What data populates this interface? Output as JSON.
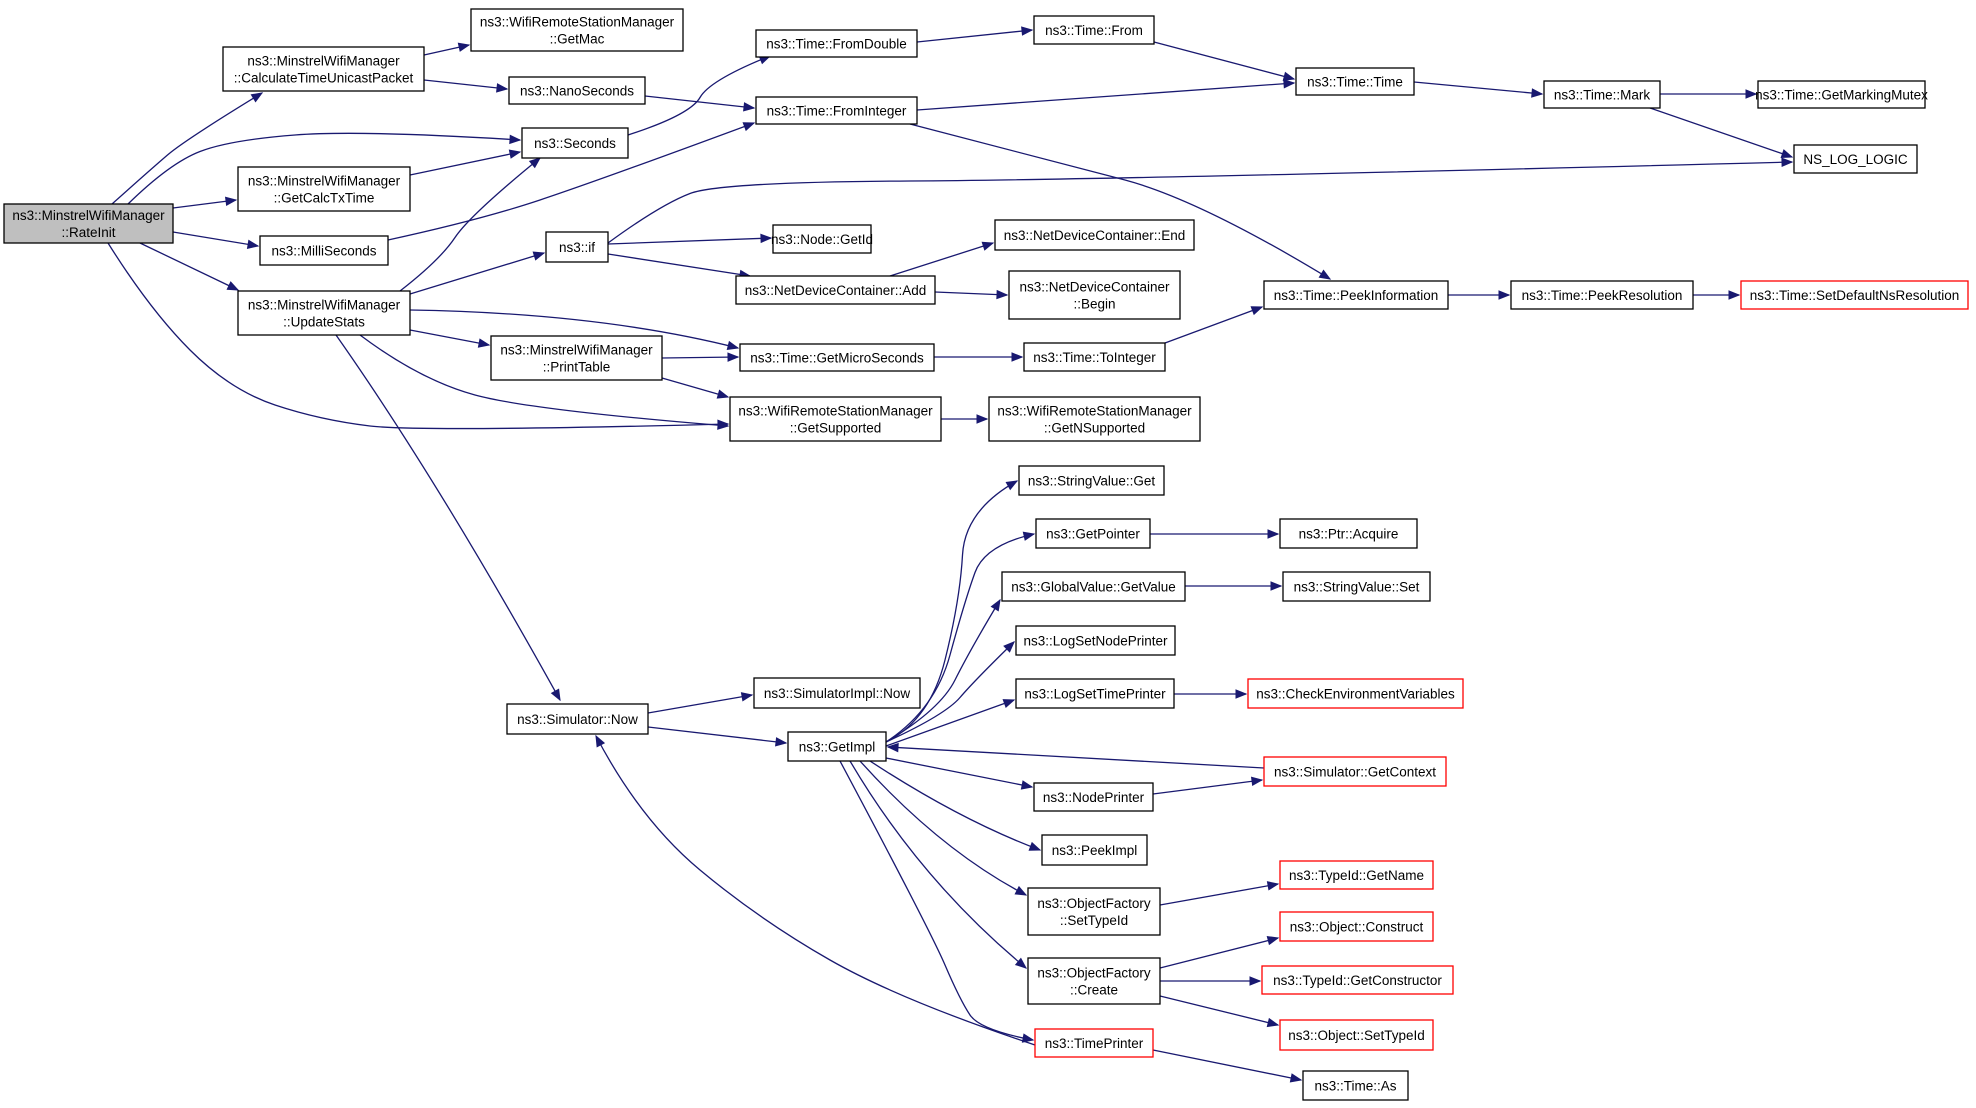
{
  "diagram": {
    "type": "call-graph",
    "colors": {
      "edge": "#191970",
      "node_border": "#000000",
      "root_fill": "#bfbfbf",
      "truncated_border": "#ff0000"
    },
    "nodes": [
      {
        "id": "rateinit",
        "lines": [
          "ns3::MinstrelWifiManager",
          "::RateInit"
        ],
        "root": true
      },
      {
        "id": "calc",
        "lines": [
          "ns3::MinstrelWifiManager",
          "::CalculateTimeUnicastPacket"
        ]
      },
      {
        "id": "getmac",
        "lines": [
          "ns3::WifiRemoteStationManager",
          "::GetMac"
        ]
      },
      {
        "id": "nano",
        "lines": [
          "ns3::NanoSeconds"
        ]
      },
      {
        "id": "seconds",
        "lines": [
          "ns3::Seconds"
        ]
      },
      {
        "id": "calctx",
        "lines": [
          "ns3::MinstrelWifiManager",
          "::GetCalcTxTime"
        ]
      },
      {
        "id": "milli",
        "lines": [
          "ns3::MilliSeconds"
        ]
      },
      {
        "id": "update",
        "lines": [
          "ns3::MinstrelWifiManager",
          "::UpdateStats"
        ]
      },
      {
        "id": "fromdouble",
        "lines": [
          "ns3::Time::FromDouble"
        ]
      },
      {
        "id": "frominteger",
        "lines": [
          "ns3::Time::FromInteger"
        ]
      },
      {
        "id": "from",
        "lines": [
          "ns3::Time::From"
        ]
      },
      {
        "id": "time",
        "lines": [
          "ns3::Time::Time"
        ]
      },
      {
        "id": "mark",
        "lines": [
          "ns3::Time::Mark"
        ]
      },
      {
        "id": "markmutex",
        "lines": [
          "ns3::Time::GetMarkingMutex"
        ]
      },
      {
        "id": "nslog",
        "lines": [
          "NS_LOG_LOGIC"
        ]
      },
      {
        "id": "if",
        "lines": [
          "ns3::if"
        ]
      },
      {
        "id": "getid",
        "lines": [
          "ns3::Node::GetId"
        ]
      },
      {
        "id": "ndcend",
        "lines": [
          "ns3::NetDeviceContainer::End"
        ]
      },
      {
        "id": "ndcadd",
        "lines": [
          "ns3::NetDeviceContainer::Add"
        ]
      },
      {
        "id": "ndcbegin",
        "lines": [
          "ns3::NetDeviceContainer",
          "::Begin"
        ]
      },
      {
        "id": "peekinfo",
        "lines": [
          "ns3::Time::PeekInformation"
        ]
      },
      {
        "id": "peekres",
        "lines": [
          "ns3::Time::PeekResolution"
        ]
      },
      {
        "id": "setdefault",
        "lines": [
          "ns3::Time::SetDefaultNsResolution"
        ],
        "truncated": true
      },
      {
        "id": "printtable",
        "lines": [
          "ns3::MinstrelWifiManager",
          "::PrintTable"
        ]
      },
      {
        "id": "micro",
        "lines": [
          "ns3::Time::GetMicroSeconds"
        ]
      },
      {
        "id": "tointeger",
        "lines": [
          "ns3::Time::ToInteger"
        ]
      },
      {
        "id": "getsupported",
        "lines": [
          "ns3::WifiRemoteStationManager",
          "::GetSupported"
        ]
      },
      {
        "id": "getnsupported",
        "lines": [
          "ns3::WifiRemoteStationManager",
          "::GetNSupported"
        ]
      },
      {
        "id": "stringget",
        "lines": [
          "ns3::StringValue::Get"
        ]
      },
      {
        "id": "getpointer",
        "lines": [
          "ns3::GetPointer"
        ]
      },
      {
        "id": "ptracquire",
        "lines": [
          "ns3::Ptr::Acquire"
        ]
      },
      {
        "id": "globalget",
        "lines": [
          "ns3::GlobalValue::GetValue"
        ]
      },
      {
        "id": "stringset",
        "lines": [
          "ns3::StringValue::Set"
        ]
      },
      {
        "id": "lognode",
        "lines": [
          "ns3::LogSetNodePrinter"
        ]
      },
      {
        "id": "logtime",
        "lines": [
          "ns3::LogSetTimePrinter"
        ]
      },
      {
        "id": "checkenv",
        "lines": [
          "ns3::CheckEnvironmentVariables"
        ],
        "truncated": true
      },
      {
        "id": "simimplnow",
        "lines": [
          "ns3::SimulatorImpl::Now"
        ]
      },
      {
        "id": "simnow",
        "lines": [
          "ns3::Simulator::Now"
        ]
      },
      {
        "id": "getimpl",
        "lines": [
          "ns3::GetImpl"
        ]
      },
      {
        "id": "getcontext",
        "lines": [
          "ns3::Simulator::GetContext"
        ],
        "truncated": true
      },
      {
        "id": "nodeprinter",
        "lines": [
          "ns3::NodePrinter"
        ]
      },
      {
        "id": "peekimpl",
        "lines": [
          "ns3::PeekImpl"
        ]
      },
      {
        "id": "ofsettype",
        "lines": [
          "ns3::ObjectFactory",
          "::SetTypeId"
        ]
      },
      {
        "id": "getname",
        "lines": [
          "ns3::TypeId::GetName"
        ],
        "truncated": true
      },
      {
        "id": "construct",
        "lines": [
          "ns3::Object::Construct"
        ],
        "truncated": true
      },
      {
        "id": "ofcreate",
        "lines": [
          "ns3::ObjectFactory",
          "::Create"
        ]
      },
      {
        "id": "getctor",
        "lines": [
          "ns3::TypeId::GetConstructor"
        ],
        "truncated": true
      },
      {
        "id": "objsettype",
        "lines": [
          "ns3::Object::SetTypeId"
        ],
        "truncated": true
      },
      {
        "id": "timeprinter",
        "lines": [
          "ns3::TimePrinter"
        ],
        "truncated": true
      },
      {
        "id": "timeas",
        "lines": [
          "ns3::Time::As"
        ]
      }
    ],
    "edges": [
      [
        "rateinit",
        "calc"
      ],
      [
        "rateinit",
        "seconds"
      ],
      [
        "rateinit",
        "calctx"
      ],
      [
        "rateinit",
        "milli"
      ],
      [
        "rateinit",
        "update"
      ],
      [
        "rateinit",
        "getsupported"
      ],
      [
        "calc",
        "getmac"
      ],
      [
        "calc",
        "nano"
      ],
      [
        "nano",
        "frominteger"
      ],
      [
        "seconds",
        "fromdouble"
      ],
      [
        "calctx",
        "seconds"
      ],
      [
        "milli",
        "frominteger"
      ],
      [
        "update",
        "seconds"
      ],
      [
        "update",
        "if"
      ],
      [
        "update",
        "micro"
      ],
      [
        "update",
        "printtable"
      ],
      [
        "update",
        "getsupported"
      ],
      [
        "update",
        "simnow"
      ],
      [
        "fromdouble",
        "from"
      ],
      [
        "from",
        "time"
      ],
      [
        "frominteger",
        "time"
      ],
      [
        "frominteger",
        "peekinfo"
      ],
      [
        "time",
        "mark"
      ],
      [
        "mark",
        "markmutex"
      ],
      [
        "mark",
        "nslog"
      ],
      [
        "if",
        "nslog"
      ],
      [
        "if",
        "getid"
      ],
      [
        "if",
        "ndcadd"
      ],
      [
        "ndcadd",
        "ndcend"
      ],
      [
        "ndcadd",
        "ndcbegin"
      ],
      [
        "peekinfo",
        "peekres"
      ],
      [
        "peekres",
        "setdefault"
      ],
      [
        "printtable",
        "micro"
      ],
      [
        "printtable",
        "getsupported"
      ],
      [
        "micro",
        "tointeger"
      ],
      [
        "tointeger",
        "peekinfo"
      ],
      [
        "getsupported",
        "getnsupported"
      ],
      [
        "simnow",
        "simimplnow"
      ],
      [
        "simnow",
        "getimpl"
      ],
      [
        "getimpl",
        "stringget"
      ],
      [
        "getimpl",
        "getpointer"
      ],
      [
        "getimpl",
        "globalget"
      ],
      [
        "getimpl",
        "lognode"
      ],
      [
        "getimpl",
        "logtime"
      ],
      [
        "getimpl",
        "nodeprinter"
      ],
      [
        "getimpl",
        "peekimpl"
      ],
      [
        "getimpl",
        "ofsettype"
      ],
      [
        "getimpl",
        "ofcreate"
      ],
      [
        "getimpl",
        "timeprinter"
      ],
      [
        "getpointer",
        "ptracquire"
      ],
      [
        "globalget",
        "stringset"
      ],
      [
        "logtime",
        "checkenv"
      ],
      [
        "getcontext",
        "getimpl"
      ],
      [
        "nodeprinter",
        "getcontext"
      ],
      [
        "ofsettype",
        "getname"
      ],
      [
        "ofcreate",
        "construct"
      ],
      [
        "ofcreate",
        "getctor"
      ],
      [
        "ofcreate",
        "objsettype"
      ],
      [
        "timeprinter",
        "simnow"
      ],
      [
        "timeprinter",
        "timeas"
      ]
    ]
  }
}
